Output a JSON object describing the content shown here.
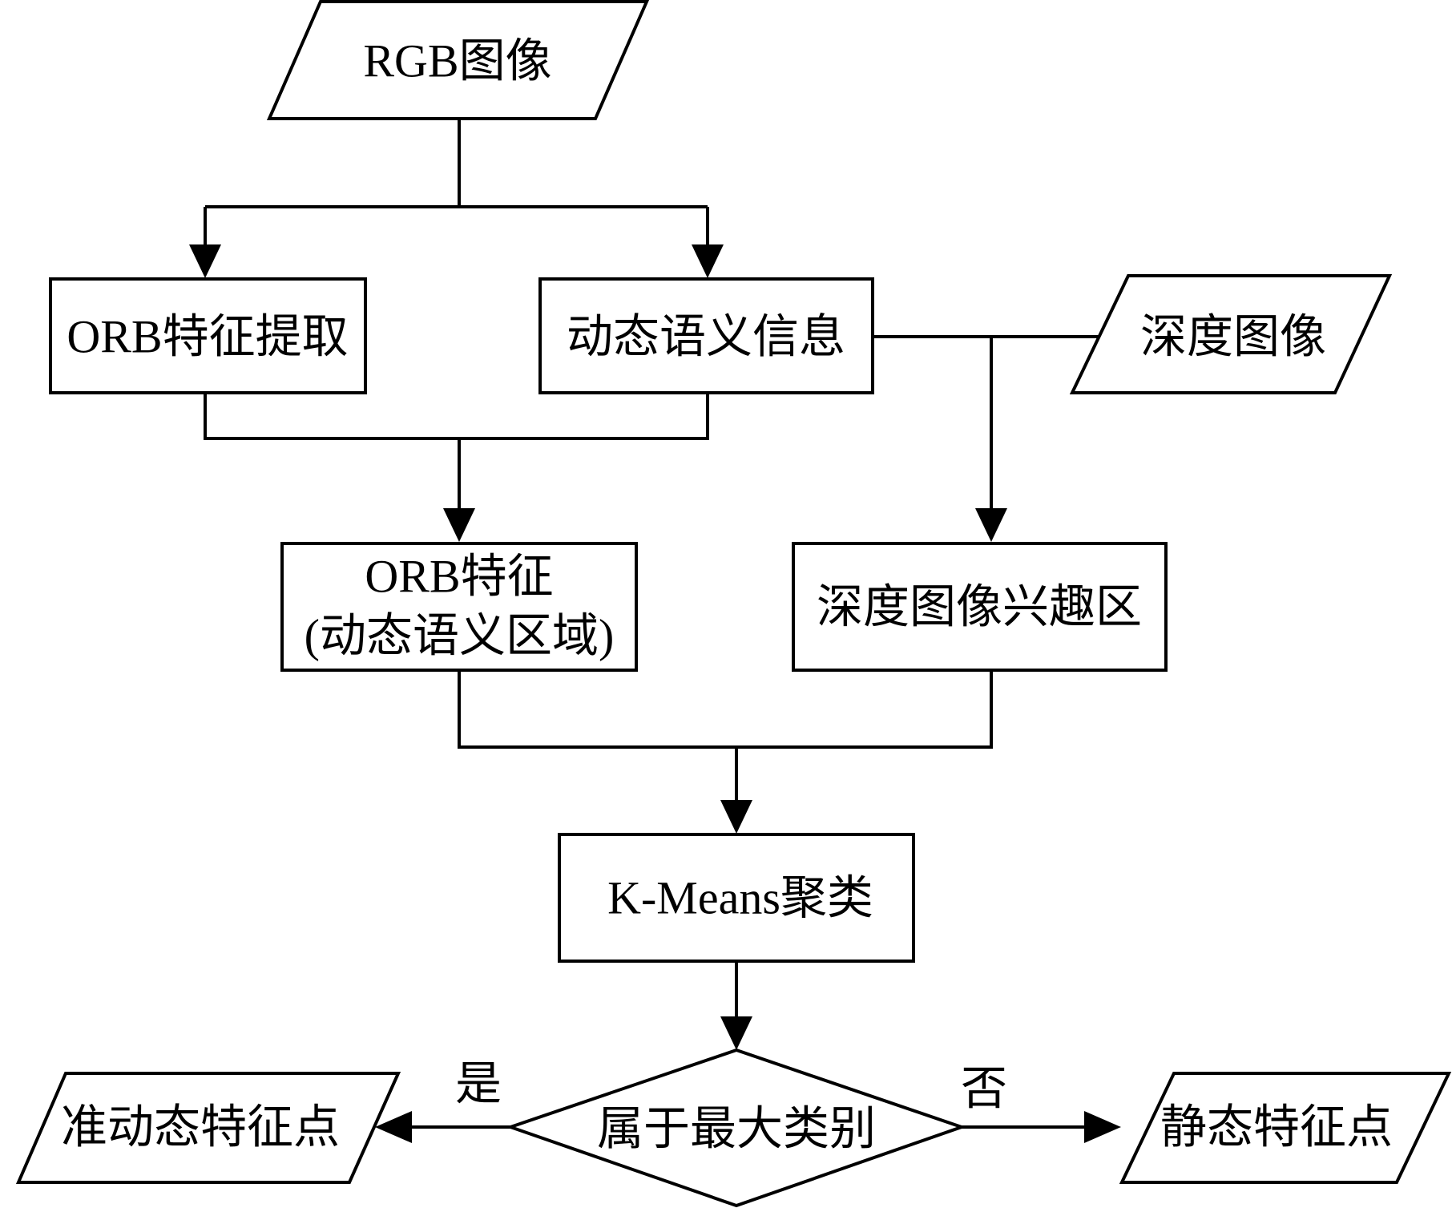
{
  "nodes": {
    "rgb_image": "RGB图像",
    "orb_extract": "ORB特征提取",
    "dynamic_semantic": "动态语义信息",
    "depth_image": "深度图像",
    "orb_feature_line1": "ORB特征",
    "orb_feature_line2": "(动态语义区域)",
    "depth_roi": "深度图像兴趣区",
    "kmeans": "K-Means聚类",
    "decision": "属于最大类别",
    "quasi_dynamic": "准动态特征点",
    "static_points": "静态特征点"
  },
  "edge_labels": {
    "yes": "是",
    "no": "否"
  }
}
